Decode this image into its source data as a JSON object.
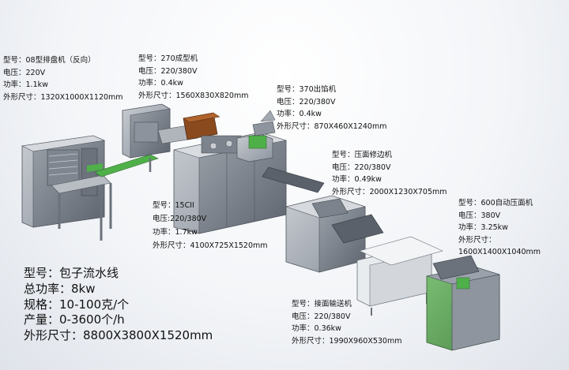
{
  "machines": [
    {
      "id": "m08",
      "model": "型号：08型排盘机（反向）",
      "voltage": "电压：220V",
      "power": "功率：1.1kw",
      "size": "外形尺寸：1320X1000X1120mm"
    },
    {
      "id": "m270",
      "model": "型号：270成型机",
      "voltage": "电压：220/380V",
      "power": "功率：0.4kw",
      "size": "外形尺寸：1560X830X820mm"
    },
    {
      "id": "m370",
      "model": "型号：370出馅机",
      "voltage": "电压：220/380V",
      "power": "功率：0.4kw",
      "size": "外形尺寸：870X460X1240mm"
    },
    {
      "id": "mpress",
      "model": "型号：压面修边机",
      "voltage": "电压：220/380V",
      "power": "功率：0.49kw",
      "size": "外形尺寸：2000X1230X705mm"
    },
    {
      "id": "m600",
      "model": "型号：600自动压面机",
      "voltage": "电压：380V",
      "power": "功率：3.25kw",
      "size_label": "外形尺寸：",
      "size": "1600X1400X1040mm"
    },
    {
      "id": "m15c",
      "model": "型号：15CII",
      "voltage": "电压:220/380V",
      "power": "功率：1.7kw",
      "size": "外形尺寸：4100X725X1520mm"
    },
    {
      "id": "mconv",
      "model": "型号：接面输送机",
      "voltage": "电压：220/380V",
      "power": "功率：0.36kw",
      "size": "外形尺寸：1990X960X530mm"
    }
  ],
  "summary": {
    "model": "型号：包子流水线",
    "total_power": "总功率：8kw",
    "spec": "规格：10-100克/个",
    "output": "产量：0-3600个/h",
    "size": "外形尺寸：8800X3800X1520mm"
  },
  "colors": {
    "frame": "#9aa1ab",
    "frame_light": "#c9cdd3",
    "frame_dark": "#5a616b",
    "conveyor_green": "#4fb04a",
    "cabinet_green": "#5f8f5c",
    "hopper_brown": "#8a4a1e",
    "white_frame": "#e9ecef"
  }
}
